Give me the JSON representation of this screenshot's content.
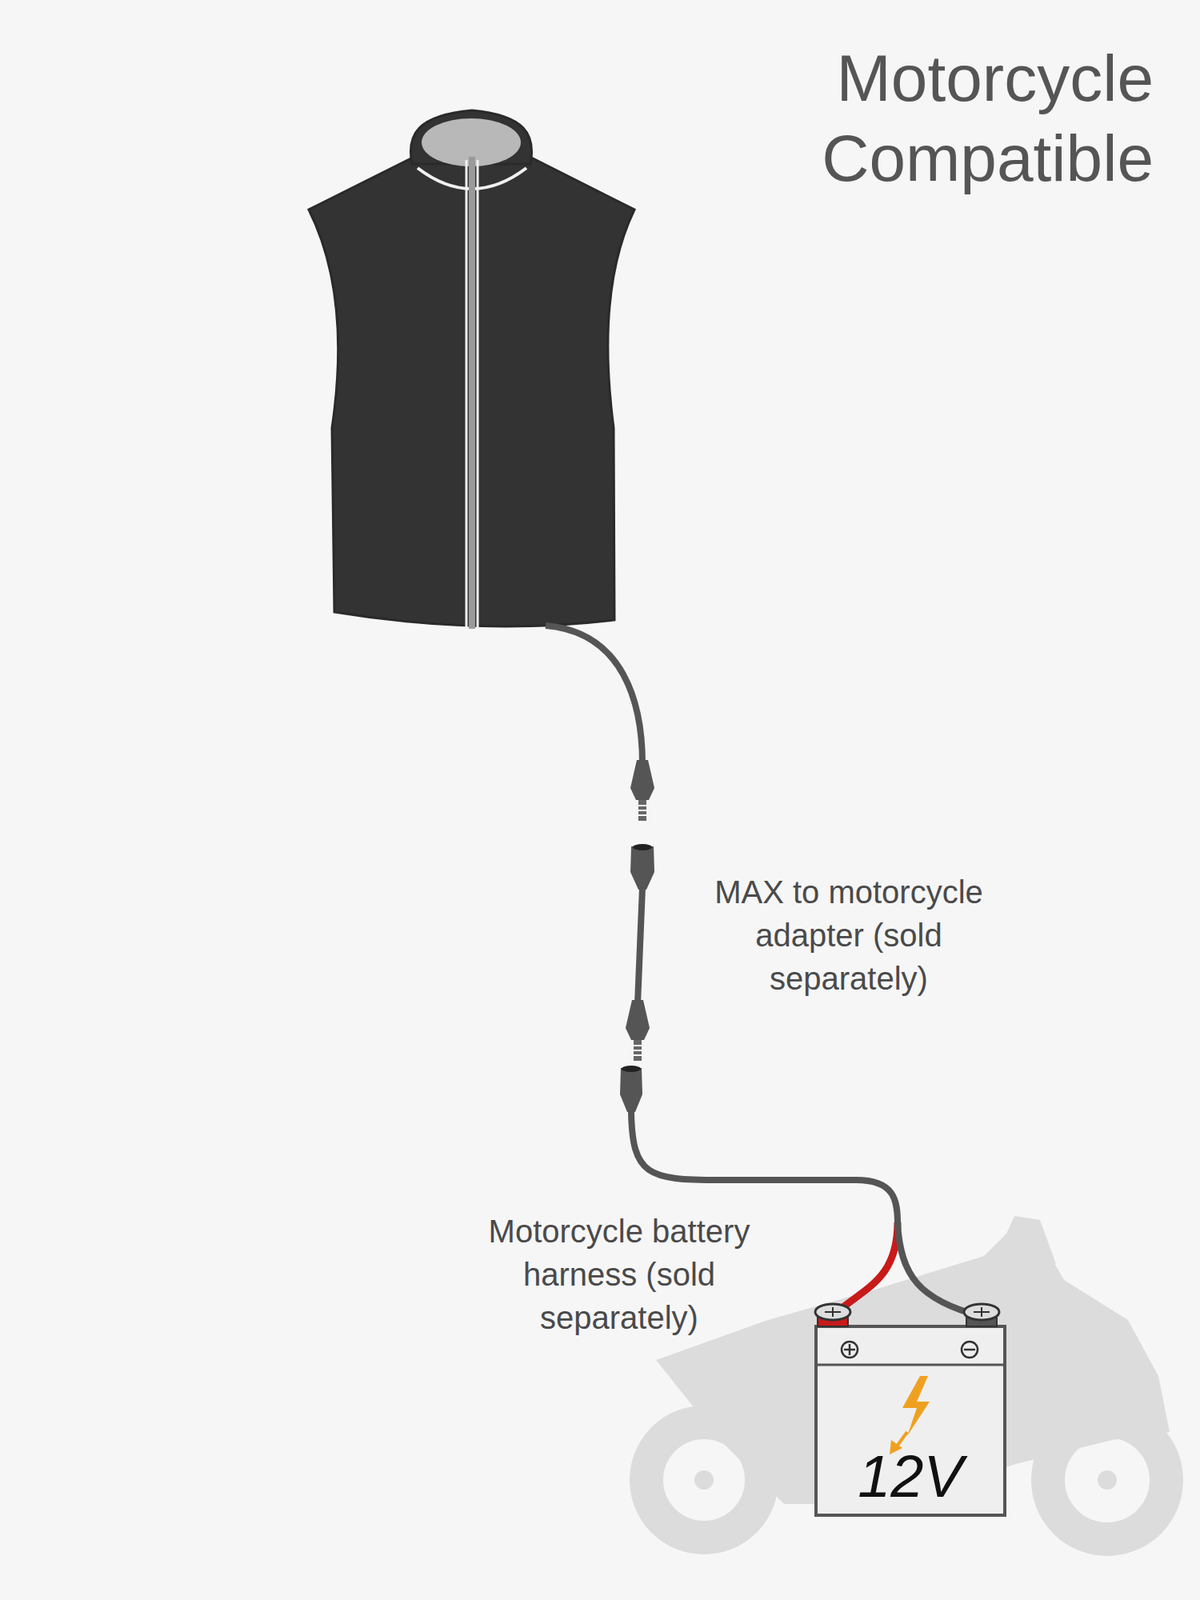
{
  "diagram": {
    "title": "Motorcycle Compatible",
    "nodes": [
      {
        "text": [
          "12V"
        ]
      }
    ],
    "labels": [
      "MAX to motorcycle adapter (sold separately)",
      "Motorcycle battery harness (sold separately)"
    ]
  }
}
